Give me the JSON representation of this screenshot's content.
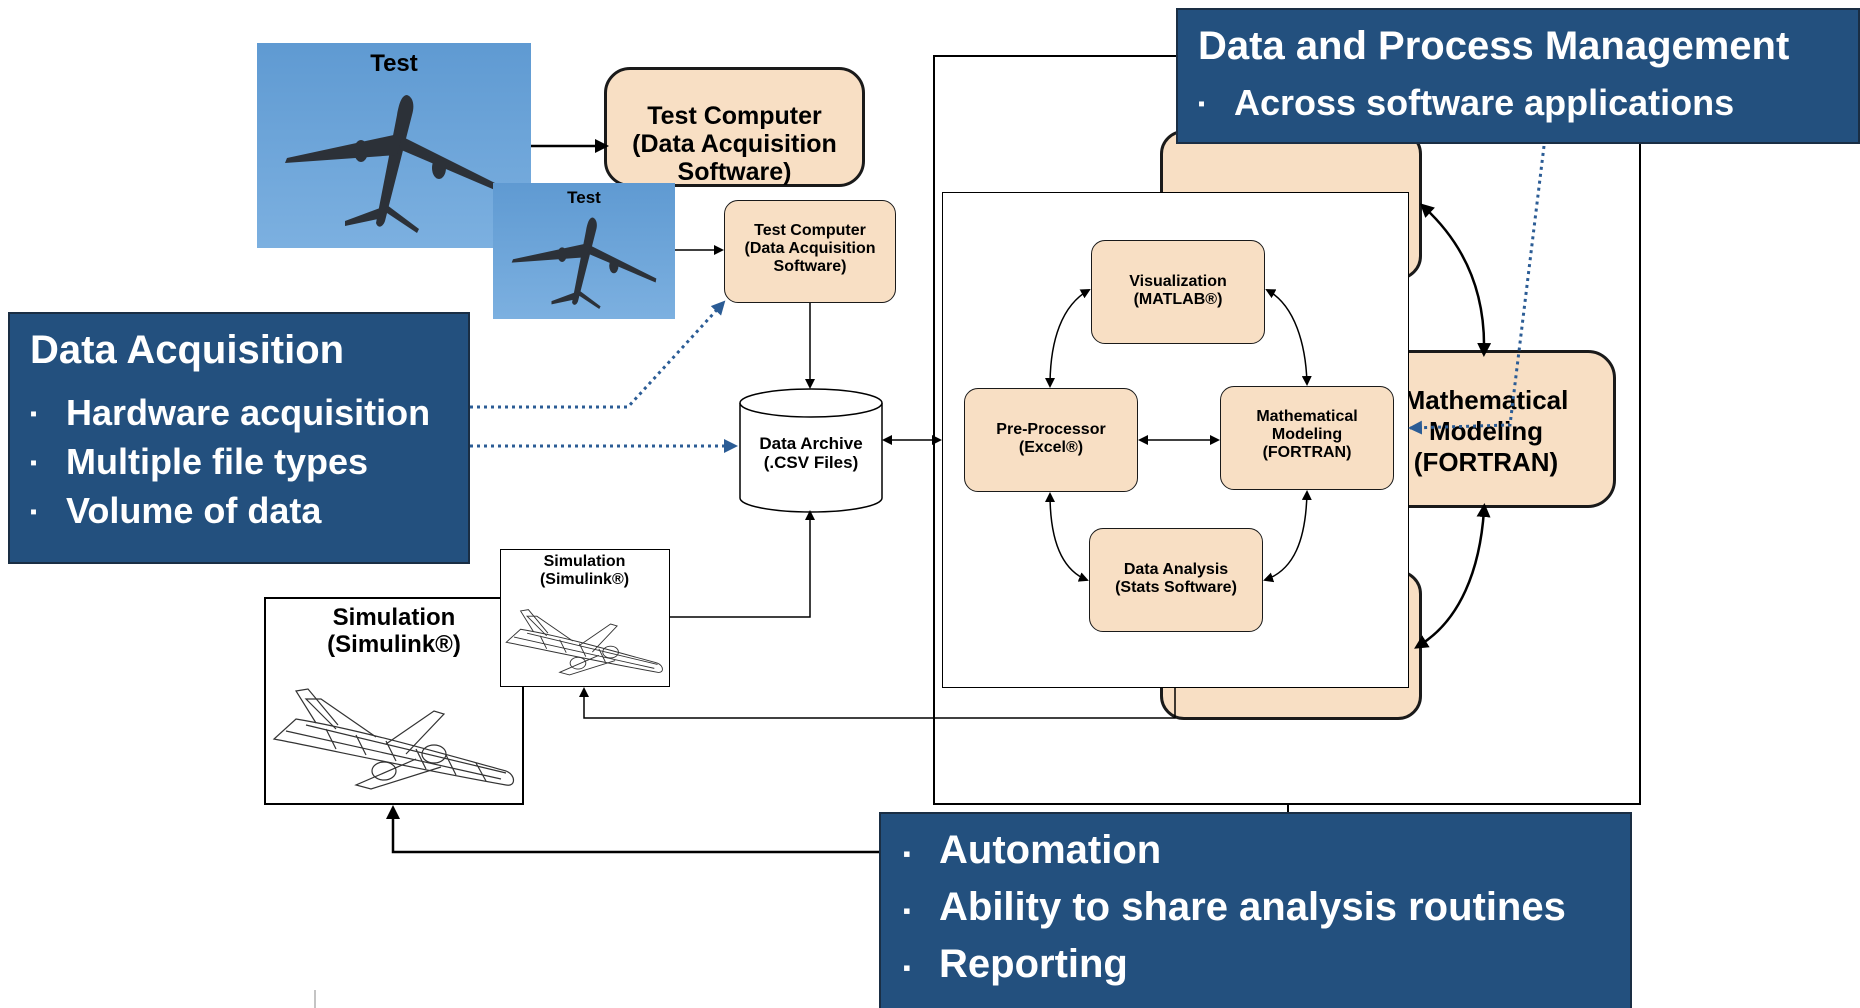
{
  "colors": {
    "navy": "#23507e",
    "tan": "#f8dfc4",
    "dotted_arrow": "#2b5c95",
    "sky": "#6fa5da"
  },
  "back_layer": {
    "test_photo_label": "Test",
    "test_computer_label": "Test Computer\n(Data Acquisition\nSoftware)",
    "simulation_label": "Simulation\n(Simulink®)",
    "math_modeling_label": "Mathematical\nModeling\n(FORTRAN)"
  },
  "front_layer": {
    "test_photo_label": "Test",
    "test_computer_label": "Test Computer\n(Data Acquisition\nSoftware)",
    "data_archive_label": "Data Archive\n(.CSV Files)",
    "simulation_label": "Simulation\n(Simulink®)",
    "visualization_label": "Visualization\n(MATLAB®)",
    "preprocessor_label": "Pre-Processor\n(Excel®)",
    "math_modeling_label": "Mathematical\nModeling\n(FORTRAN)",
    "data_analysis_label": "Data Analysis\n(Stats Software)"
  },
  "callouts": {
    "data_process": {
      "title": "Data and Process Management",
      "bullets": [
        "Across software applications"
      ]
    },
    "data_acquisition": {
      "title": "Data Acquisition",
      "bullets": [
        "Hardware acquisition",
        "Multiple file types",
        "Volume of data"
      ]
    },
    "automation": {
      "bullets": [
        "Automation",
        "Ability to share analysis routines",
        "Reporting"
      ]
    }
  },
  "bullet_glyph": "▪"
}
